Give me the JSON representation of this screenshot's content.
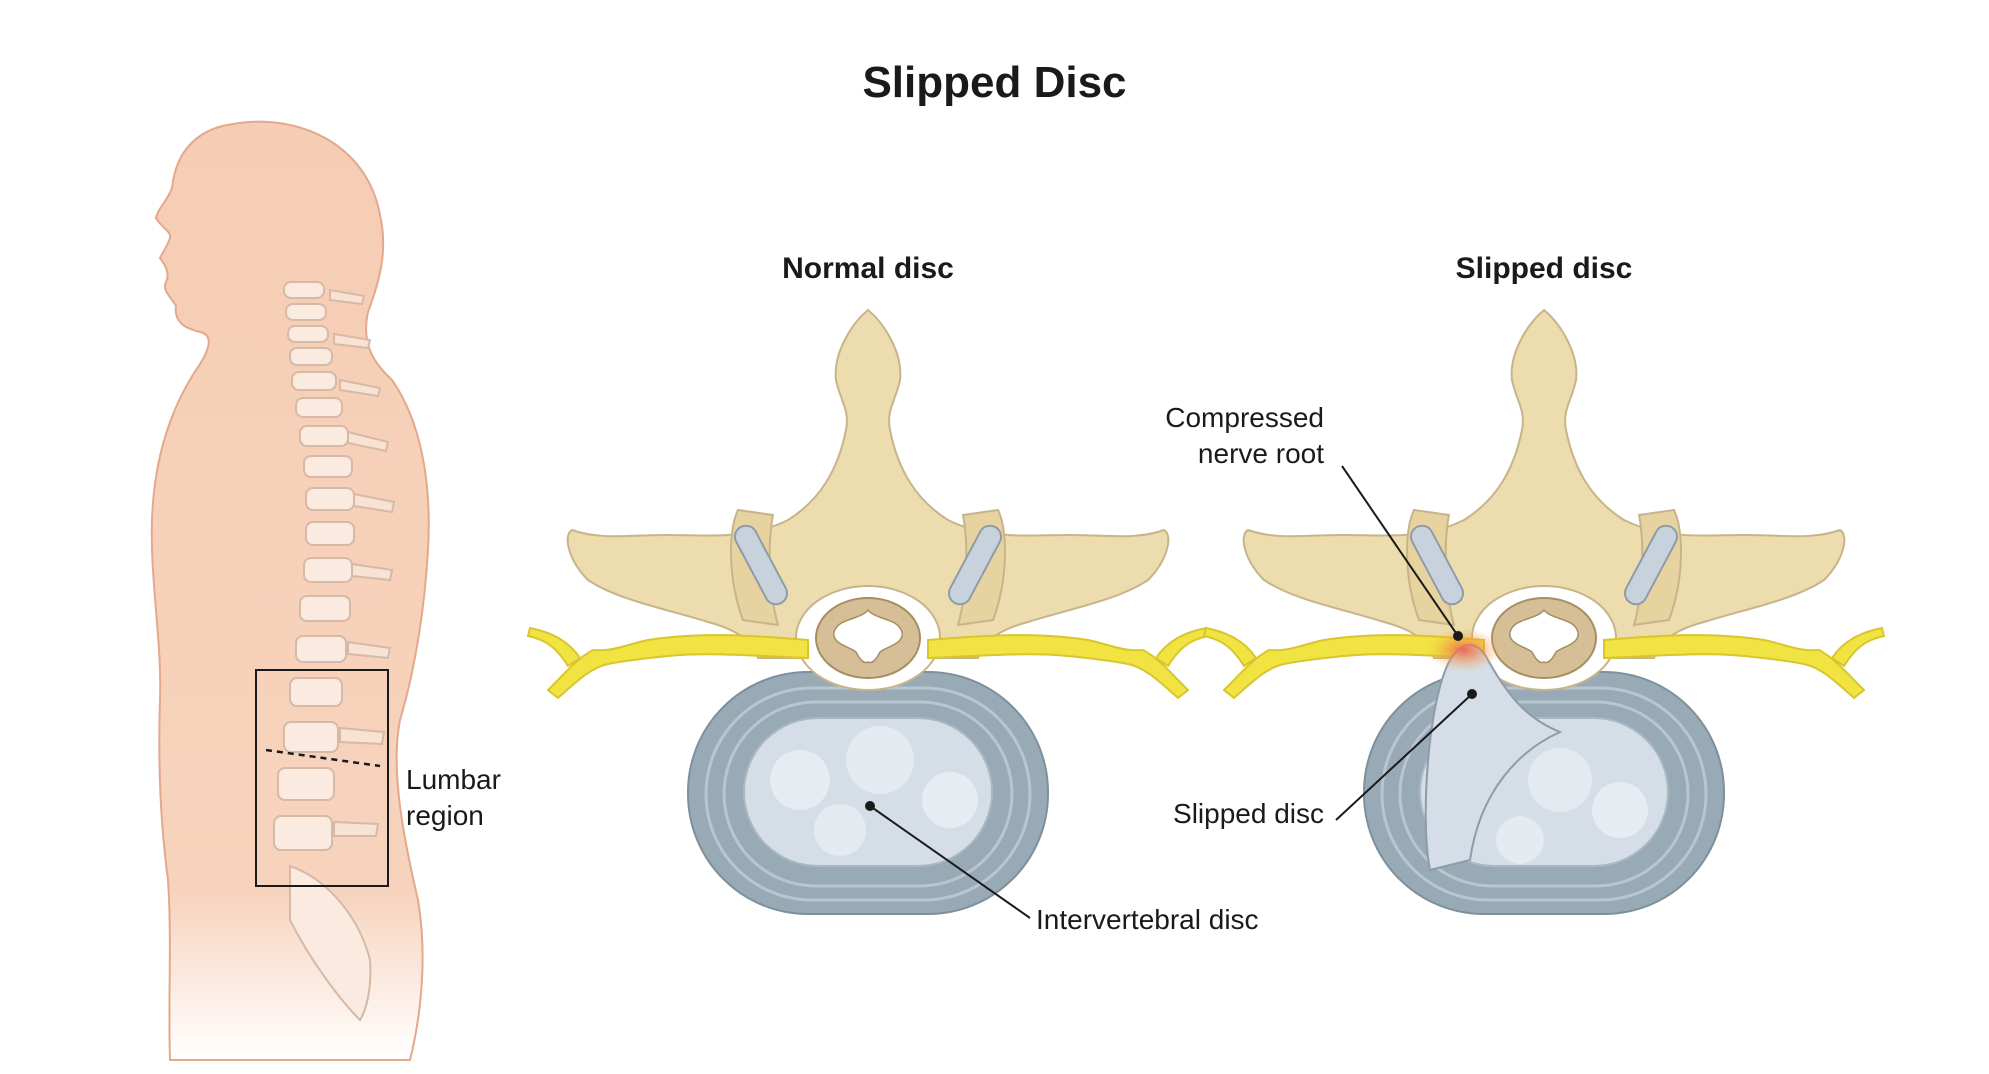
{
  "title": "Slipped Disc",
  "panels": {
    "normal": {
      "heading": "Normal disc",
      "disc_label": "Intervertebral disc"
    },
    "slipped": {
      "heading": "Slipped disc",
      "nerve_label_line1": "Compressed",
      "nerve_label_line2": "nerve root",
      "disc_label": "Slipped disc"
    }
  },
  "body_figure": {
    "region_label_line1": "Lumbar",
    "region_label_line2": "region"
  },
  "colors": {
    "skin": "#f6cdb4",
    "bone": "#ecdcae",
    "bone_outline": "#b9a57a",
    "nerve": "#f1e442",
    "disc_outer": "#98aab6",
    "disc_inner": "#d5dee6",
    "cord": "#d6bf96",
    "inflammation": "#f0604a"
  }
}
